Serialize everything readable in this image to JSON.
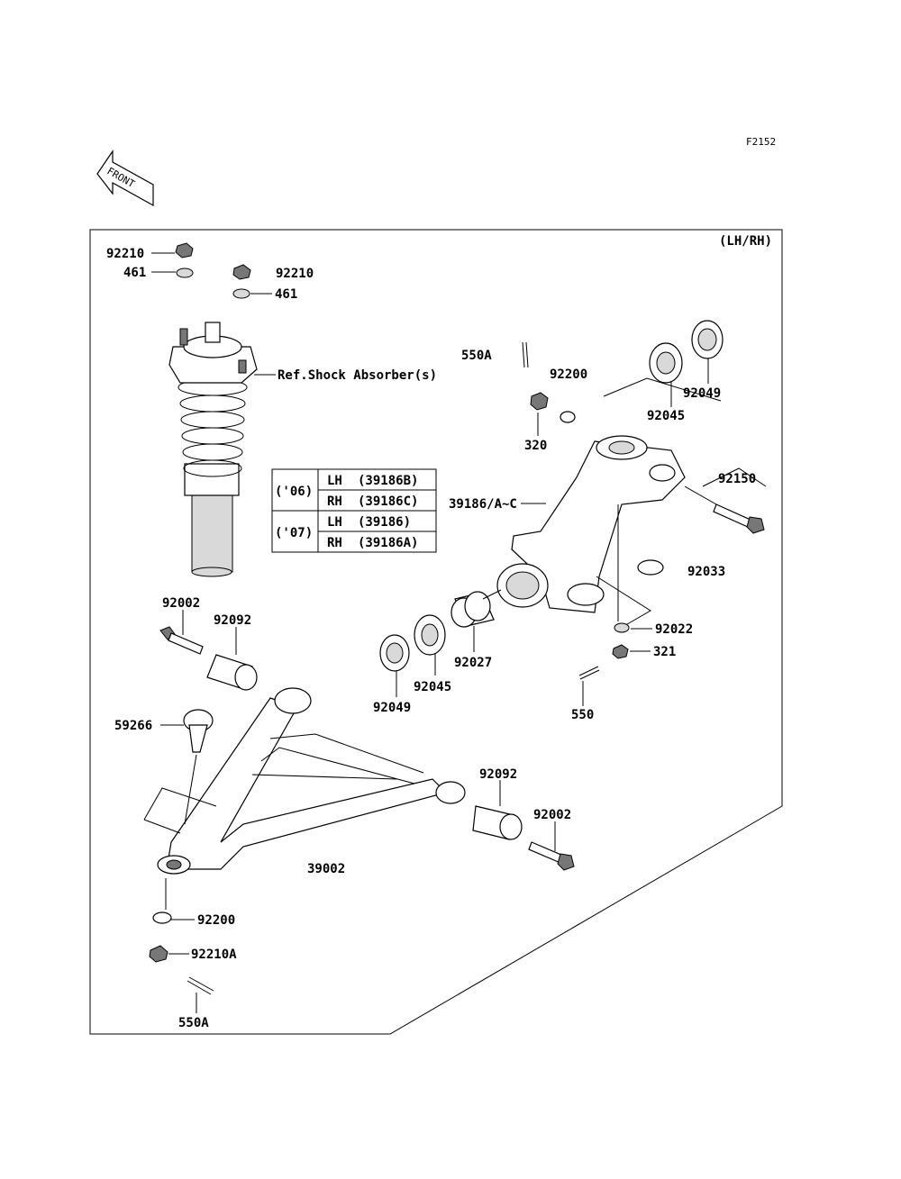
{
  "figure_code": "F2152",
  "front_arrow_text": "FRONT",
  "side_note": "(LH/RH)",
  "ref_note": "Ref.Shock Absorber(s)",
  "labels": {
    "p92210_top": "92210",
    "p461_top": "461",
    "p92210_mid": "92210",
    "p461_mid": "461",
    "p550A_top": "550A",
    "p92200_top": "92200",
    "p320": "320",
    "p92049_top": "92049",
    "p92045_top": "92045",
    "p92150": "92150",
    "p39186": "39186/A~C",
    "p92033": "92033",
    "p92022": "92022",
    "p321": "321",
    "p550": "550",
    "p92027": "92027",
    "p92045_bot": "92045",
    "p92049_bot": "92049",
    "p92002_top": "92002",
    "p92092_top": "92092",
    "p59266": "59266",
    "p92092_bot": "92092",
    "p92002_bot": "92002",
    "p39002": "39002",
    "p92200_bot": "92200",
    "p92210A": "92210A",
    "p550A_bot": "550A"
  },
  "variant_table": {
    "rows": [
      {
        "year": "('06)",
        "side": "LH",
        "part": "(39186B)"
      },
      {
        "year": "",
        "side": "RH",
        "part": "(39186C)"
      },
      {
        "year": "('07)",
        "side": "LH",
        "part": "(39186)"
      },
      {
        "year": "",
        "side": "RH",
        "part": "(39186A)"
      }
    ]
  }
}
